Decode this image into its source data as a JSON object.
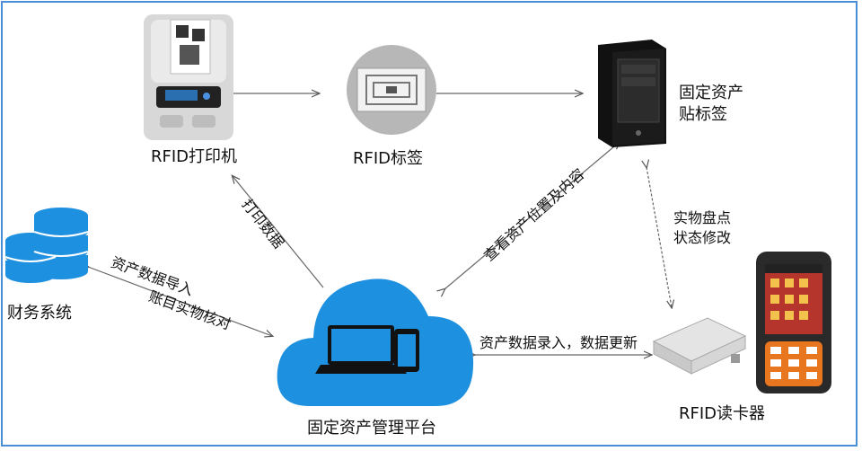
{
  "nodes": {
    "printer": "RFID打印机",
    "tag": "RFID标签",
    "asset": "固定资产\n贴标签",
    "finance": "财务系统",
    "platform": "固定资产管理平台",
    "reader": "RFID读卡器"
  },
  "edges": {
    "print_data": "打印数据",
    "view_location": "查看资产位置及内容",
    "inventory": "实物盘点\n状态修改",
    "import_line1": "资产数据导入",
    "import_line2": "账目实物核对",
    "entry_update": "资产数据录入，数据更新"
  },
  "colors": {
    "frame": "#4a8fd6",
    "cloud": "#1e90e0",
    "arrow": "#555555"
  }
}
